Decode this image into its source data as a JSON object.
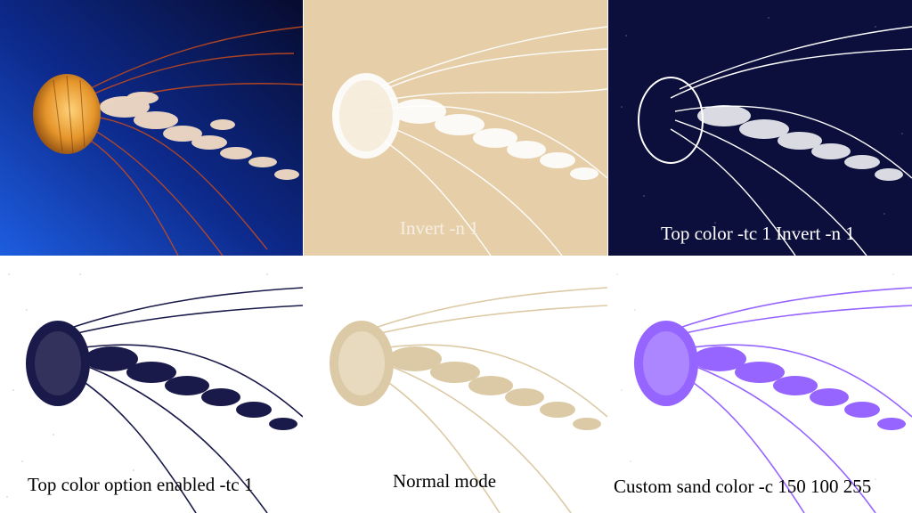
{
  "panels": [
    {
      "id": "original",
      "caption": "",
      "colors": {
        "background_top": "#0a1440",
        "background_bottom": "#1d4fd0",
        "bell": "#e09a2a",
        "tentacles": "#f2ddc8"
      }
    },
    {
      "id": "invert",
      "caption": "Invert -n 1",
      "colors": {
        "background": "#e6cfa8",
        "jellyfish": "#ffffff"
      }
    },
    {
      "id": "top-color-invert",
      "caption": "Top color -tc 1  Invert -n 1",
      "colors": {
        "background": "#0c0e3c",
        "jellyfish": "#ffffff"
      }
    },
    {
      "id": "top-color",
      "caption": "Top color option enabled -tc 1",
      "colors": {
        "background": "#ffffff",
        "jellyfish": "#1a1a4a"
      }
    },
    {
      "id": "normal",
      "caption": "Normal mode",
      "colors": {
        "background": "#ffffff",
        "jellyfish": "#dccaa6"
      }
    },
    {
      "id": "custom-color",
      "caption": "Custom sand color -c 150 100 255",
      "colors": {
        "background": "#ffffff",
        "jellyfish": "#9664ff"
      }
    }
  ]
}
